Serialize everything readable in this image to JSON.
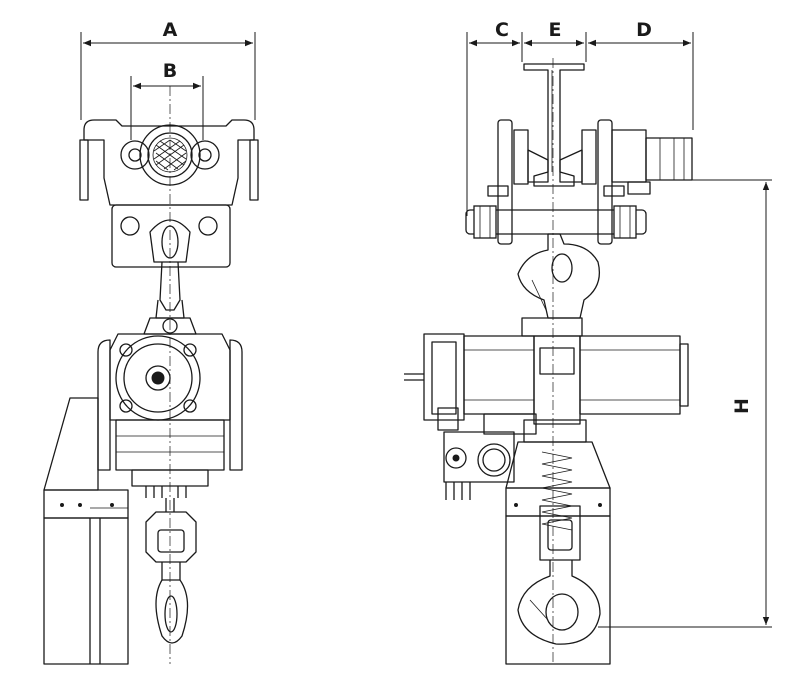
{
  "dimensions": {
    "A": "A",
    "B": "B",
    "C": "C",
    "E": "E",
    "D": "D",
    "H": "H"
  },
  "colors": {
    "line": "#1a1a1a",
    "background": "#ffffff"
  }
}
